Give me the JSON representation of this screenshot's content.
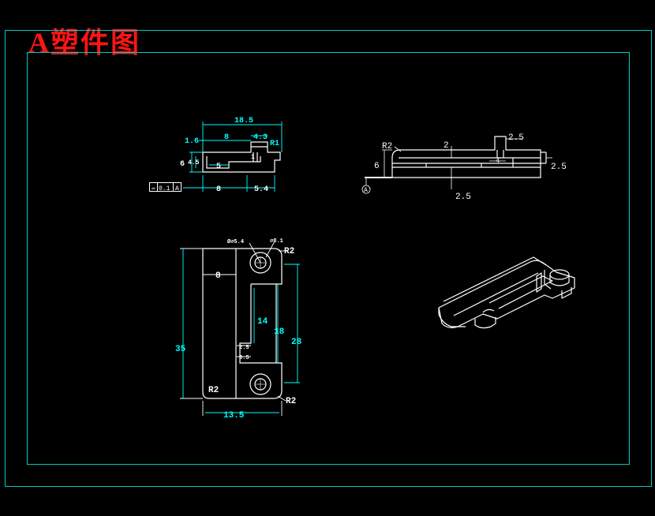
{
  "title": "A塑件图",
  "colors": {
    "background": "#000000",
    "border": "#00c8c8",
    "title": "#ff1414",
    "outline": "#ffffff",
    "dimension": "#00ffff"
  },
  "front_view": {
    "dims": {
      "overall": "18.5",
      "left_step": "1.6",
      "mid": "8",
      "boss": "4.3",
      "r1": "R1",
      "height": "6",
      "inner_height": "4.5",
      "inner_w": "5",
      "bottom_left": "8",
      "bottom_right": "5.4",
      "web": "1"
    },
    "datum_box": {
      "flatness": "0.1",
      "datum": "A"
    }
  },
  "side_view": {
    "dims": {
      "r2": "R2",
      "top_thk": "2",
      "boss_w": "2.5",
      "boss_h": "2.5",
      "left_h": "6",
      "inner": "4",
      "bottom": "2.5"
    },
    "datum": "A"
  },
  "top_view": {
    "dims": {
      "hole1": "Ø⌀5.4",
      "hole2": "⌀8.1",
      "r2_top": "R2",
      "r2_bl": "R2",
      "r2_br": "R2",
      "left_w": "8",
      "slot_len": "14",
      "span_18": "18",
      "span_28": "28",
      "overall_h": "35",
      "overall_w": "13.5",
      "small_a": "2.5",
      "small_b": "3.5"
    }
  }
}
